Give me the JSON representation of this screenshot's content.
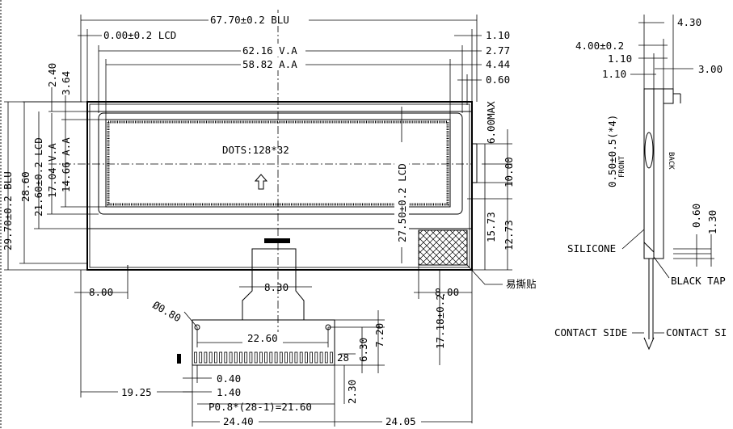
{
  "front_view": {
    "dim_blu_width": "67.70±0.2 BLU",
    "dim_lcd_left": "0.00±0.2 LCD",
    "dim_va_width": "62.16 V.A",
    "dim_aa_width": "58.82 A.A",
    "dim_right_1": "1.10",
    "dim_right_2": "2.77",
    "dim_right_3": "4.44",
    "dim_right_4": "0.60",
    "dim_left_240": "2.40",
    "dim_left_364": "3.64",
    "dim_lcd_height": "21.60±0.2 LCD",
    "dim_va_height": "17.04 V.A",
    "dim_aa_height": "14.66 A.A",
    "dim_2860": "28.60",
    "dim_blu_height": "29.70±0.2 BLU",
    "dots_label": "DOTS:128*32",
    "dim_lcd_height_r": "27.50±0.2 LCD",
    "dim_6max": "6.00MAX",
    "dim_1000": "10.00",
    "dim_1573": "15.73",
    "dim_1273": "12.73",
    "dim_fpc_width": "8.30",
    "dim_800_left": "8.00",
    "dim_800_right": "8.00",
    "dim_1718": "17.18±0.2",
    "easy_peel_label": "易撕贴",
    "dim_hole": "Ø0.80",
    "dim_2260": "22.60",
    "dim_630": "6.30",
    "dim_720": "7.20",
    "pin_count": "28",
    "dim_040": "0.40",
    "dim_140": "1.40",
    "dim_230": "2.30",
    "dim_1925": "19.25",
    "dim_pitch": "P0.8*(28-1)=21.60",
    "dim_2440": "24.40",
    "dim_2405": "24.05"
  },
  "side_view": {
    "dim_430": "4.30",
    "dim_400": "4.00±0.2",
    "dim_110a": "1.10",
    "dim_300": "3.00",
    "dim_110b": "1.10",
    "dim_050": "0.50±0.5(*4)",
    "front_label": "FRONT",
    "back_label": "BACK",
    "dim_060": "0.60",
    "dim_130": "1.30",
    "silicone_label": "SILICONE",
    "black_tap_label": "BLACK TAP",
    "contact_side_left": "CONTACT SIDE",
    "contact_side_right": "CONTACT SI"
  }
}
